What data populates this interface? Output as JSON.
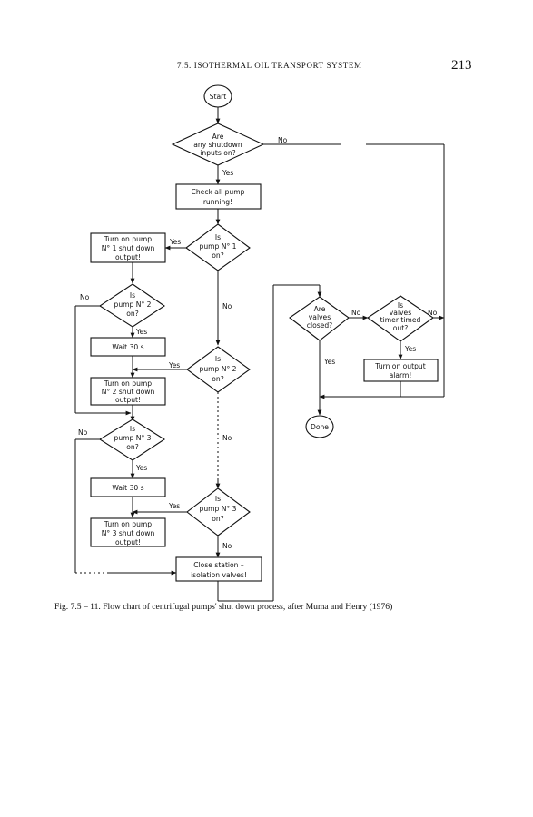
{
  "header": {
    "running_head": "7.5. ISOTHERMAL OIL TRANSPORT SYSTEM",
    "page_number": "213"
  },
  "flowchart": {
    "start": "Start",
    "done": "Done",
    "q_shutdown": [
      "Are",
      "any shutdown",
      "inputs on?"
    ],
    "check_pumps": [
      "Check all pump",
      "running!"
    ],
    "q_pump1": [
      "Is",
      "pump N° 1",
      "on?"
    ],
    "turn_on_1": [
      "Turn on pump",
      "N° 1 shut down",
      "output!"
    ],
    "q_pump2_left": [
      "Is",
      "pump N° 2",
      "on?"
    ],
    "wait1": "Wait 30 s",
    "q_pump2": [
      "Is",
      "pump N° 2",
      "on?"
    ],
    "turn_on_2": [
      "Turn on pump",
      "N° 2 shut down",
      "output!"
    ],
    "q_pump3_left": [
      "Is",
      "pump N° 3",
      "on?"
    ],
    "wait2": "Wait 30 s",
    "q_pump3": [
      "Is",
      "pump N° 3",
      "on?"
    ],
    "turn_on_3": [
      "Turn on pump",
      "N° 3 shut down",
      "output!"
    ],
    "close_station": [
      "Close station –",
      "isolation valves!"
    ],
    "q_valves": [
      "Are",
      "valves",
      "closed?"
    ],
    "q_timer": [
      "Is",
      "valves",
      "timer timed",
      "out?"
    ],
    "turn_alarm": [
      "Turn on output",
      "alarm!"
    ],
    "labels": {
      "yes": "Yes",
      "no": "No"
    }
  },
  "caption": "Fig. 7.5 – 11. Flow chart of centrifugal pumps' shut down process, after Muma and Henry (1976)"
}
